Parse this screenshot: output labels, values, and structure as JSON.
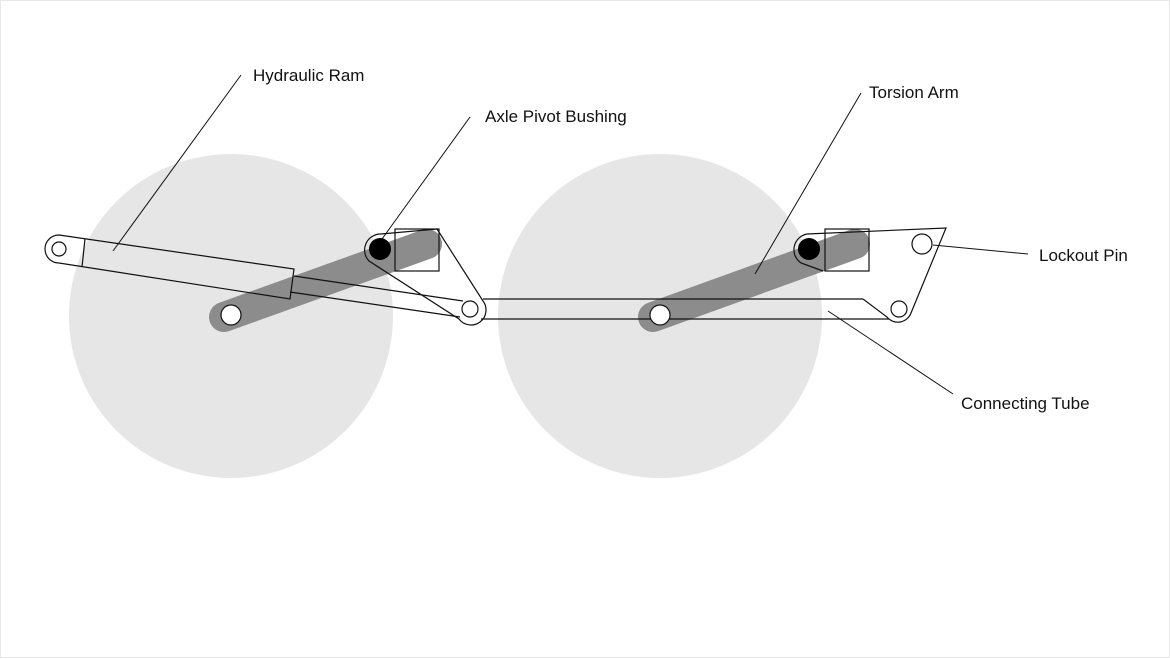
{
  "diagram": {
    "labels": {
      "hydraulic_ram": "Hydraulic Ram",
      "axle_pivot_bushing": "Axle Pivot Bushing",
      "torsion_arm": "Torsion Arm",
      "lockout_pin": "Lockout Pin",
      "connecting_tube": "Connecting Tube"
    },
    "colors": {
      "wheel": "#e6e6e6",
      "torsion_arm": "#8c8c8c",
      "outline": "#111111",
      "pivot_fill": "#000000",
      "background": "#ffffff"
    }
  }
}
